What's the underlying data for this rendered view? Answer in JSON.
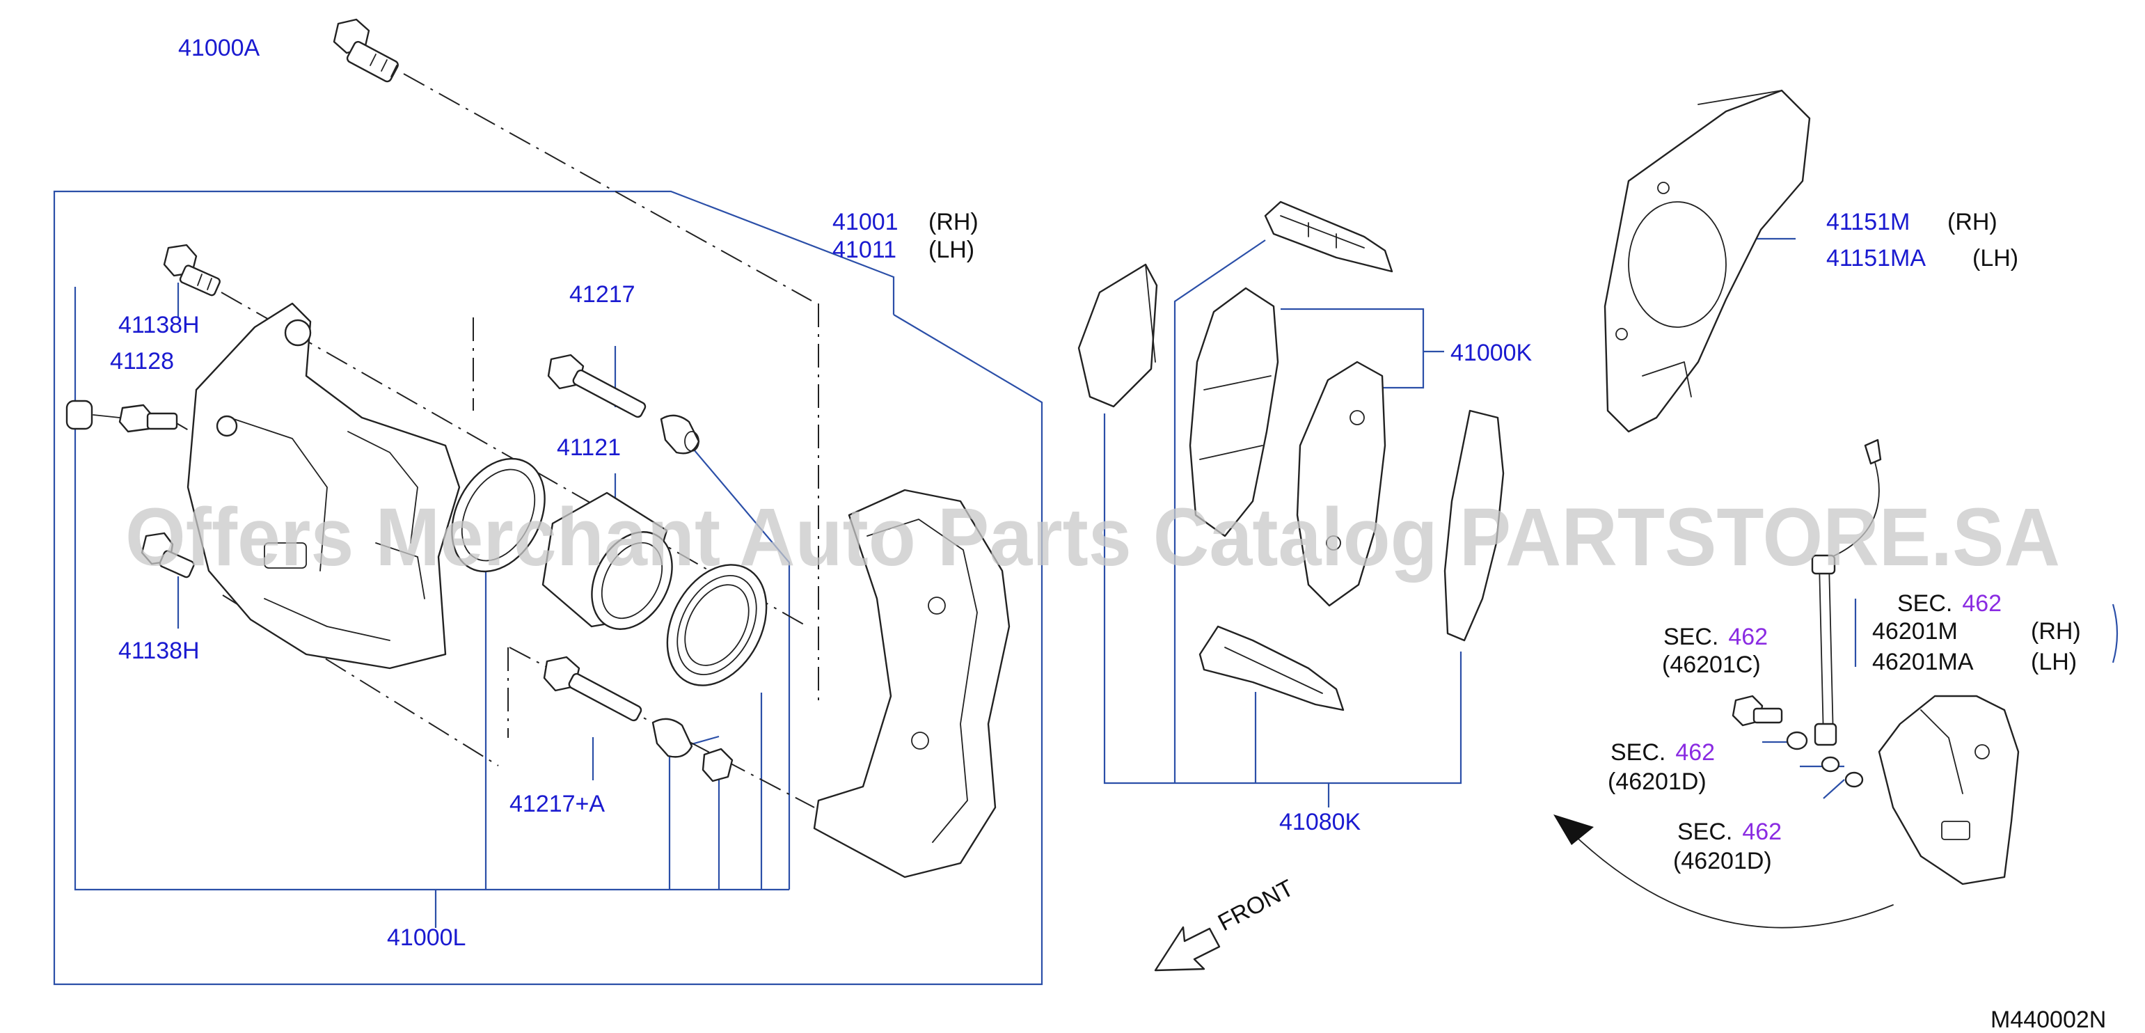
{
  "diagram": {
    "callouts": {
      "c41000A": "41000A",
      "c41001": "41001",
      "c41011": "41011",
      "rh": "(RH)",
      "lh": "(LH)",
      "c41138H_top": "41138H",
      "c41128": "41128",
      "c41138H_bottom": "41138H",
      "c41217": "41217",
      "c41121": "41121",
      "c41217A": "41217+A",
      "c41000L": "41000L",
      "c41000K": "41000K",
      "c41080K": "41080K",
      "c41151M": "41151M",
      "c41151MA": "41151MA",
      "c46201M": "46201M",
      "c46201MA": "46201MA"
    },
    "sections": [
      {
        "prefix": "SEC.",
        "num": "462",
        "ref": "(46201C)"
      },
      {
        "prefix": "SEC.",
        "num": "462",
        "ref": "(46201D)"
      },
      {
        "prefix": "SEC.",
        "num": "462",
        "ref": "(46201D)"
      },
      {
        "prefix": "SEC.",
        "num": "462"
      }
    ],
    "front_label": "FRONT",
    "diagram_code": "M440002N",
    "watermark": "Offers Merchant Auto Parts Catalog PARTSTORE.SA",
    "colors": {
      "callout": "#1a1ad0",
      "section_number": "#8a2be2",
      "leader": "#2b4fa8",
      "linework": "#222222"
    }
  }
}
